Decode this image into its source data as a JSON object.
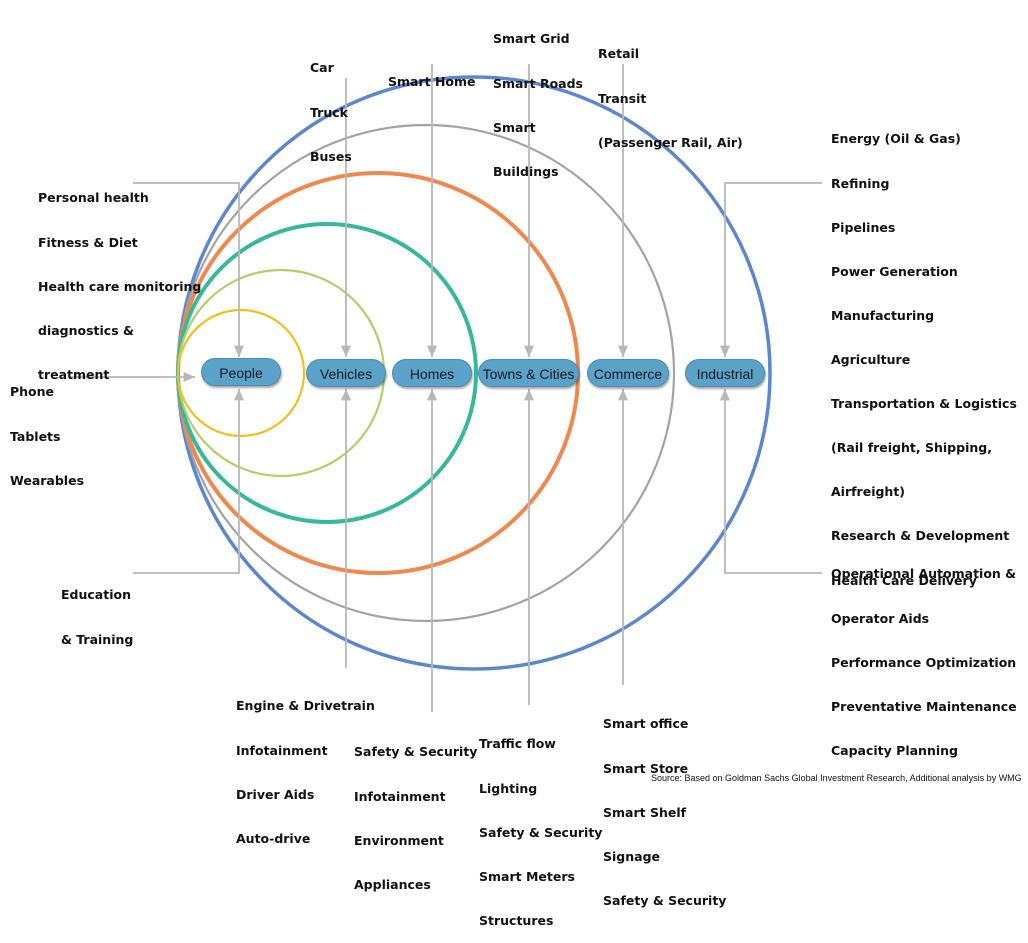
{
  "colors": {
    "ring_people": "#f0c020",
    "ring_vehicles": "#b2cf6a",
    "ring_homes": "#36b89a",
    "ring_towns": "#f0874e",
    "ring_commerce": "#a3a3a3",
    "ring_industrial": "#5b87cf",
    "pill_fill": "#5ba2c8",
    "connector": "#b8b8b8"
  },
  "domains": [
    {
      "label": "People",
      "top_items": [
        "Personal health",
        "Fitness & Diet",
        "Health care monitoring",
        "diagnostics &",
        "treatment"
      ],
      "left_items": [
        "Phone",
        "Tablets",
        "Wearables"
      ],
      "bottom_items": [
        "Education",
        "& Training"
      ]
    },
    {
      "label": "Vehicles",
      "top_items": [
        "Car",
        "Truck",
        "Buses"
      ],
      "bottom_items": [
        "Engine & Drivetrain",
        "Infotainment",
        "Driver Aids",
        "Auto-drive"
      ]
    },
    {
      "label": "Homes",
      "top_items": [
        "Smart Home"
      ],
      "bottom_items": [
        "Safety & Security",
        "Infotainment",
        "Environment",
        "Appliances"
      ]
    },
    {
      "label": "Towns & Cities",
      "top_items": [
        "Smart Grid",
        "Smart Roads",
        "Smart",
        "Buildings"
      ],
      "bottom_items": [
        "Traffic flow",
        "Lighting",
        "Safety & Security",
        "Smart Meters",
        "Structures"
      ]
    },
    {
      "label": "Commerce",
      "top_items": [
        "Retail",
        "Transit",
        "(Passenger Rail, Air)"
      ],
      "bottom_items": [
        "Smart office",
        "Smart Store",
        "Smart Shelf",
        "Signage",
        "Safety & Security"
      ]
    },
    {
      "label": "Industrial",
      "top_items": [
        "Energy (Oil & Gas)",
        "Refining",
        "Pipelines",
        "Power Generation",
        "Manufacturing",
        "Agriculture",
        "Transportation & Logistics",
        "(Rail freight, Shipping,",
        "Airfreight)",
        "Research & Development",
        "Health Care Delivery"
      ],
      "bottom_items": [
        "Operational Automation &",
        "Operator Aids",
        "Performance Optimization",
        "Preventative Maintenance",
        "Capacity Planning"
      ]
    }
  ],
  "source_note": "Source: Based on Goldman Sachs Global Investment Research, Additional analysis by WMG"
}
